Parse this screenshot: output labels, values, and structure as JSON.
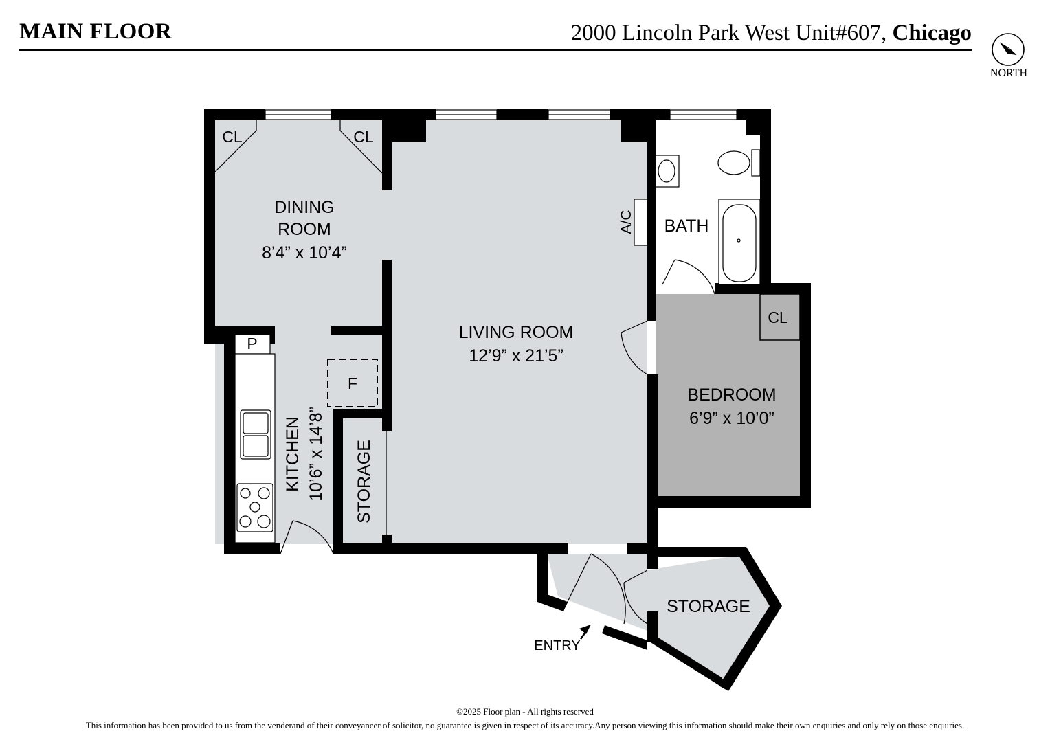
{
  "header": {
    "floor_title": "MAIN FLOOR",
    "address": "2000 Lincoln Park West Unit#607,",
    "city": "Chicago"
  },
  "compass": {
    "label": "NORTH",
    "icon": "compass-arrow-icon"
  },
  "rooms": {
    "dining": {
      "line1": "DINING",
      "line2": "ROOM",
      "dims": "8’4” x 10’4”"
    },
    "living": {
      "name": "LIVING ROOM",
      "dims": "12’9” x 21’5”"
    },
    "kitchen": {
      "name": "KITCHEN",
      "dims": "10’6” x 14’8”"
    },
    "bedroom": {
      "name": "BEDROOM",
      "dims": "6’9” x 10’0”"
    },
    "bath": {
      "name": "BATH"
    },
    "storage_left": {
      "name": "STORAGE"
    },
    "storage_entry": {
      "name": "STORAGE"
    },
    "entry": {
      "name": "ENTRY"
    }
  },
  "labels": {
    "closet_dining_left": "CL",
    "closet_dining_right": "CL",
    "closet_bedroom": "CL",
    "pantry": "P",
    "fridge": "F",
    "ac": "A/C"
  },
  "colors": {
    "wall": "#000000",
    "floor_light": "#d9dcde",
    "floor_bedroom": "#b3b3b3",
    "bath_floor": "#ffffff"
  },
  "footer": {
    "copyright": "©2025  Floor plan  - All rights reserved",
    "disclaimer": "This information has been provided to us from the venderand of their conveyancer of solicitor, no guarantee is given in respect of its accuracy.Any person viewing this information should make their own enquiries and only rely on those enquiries."
  }
}
